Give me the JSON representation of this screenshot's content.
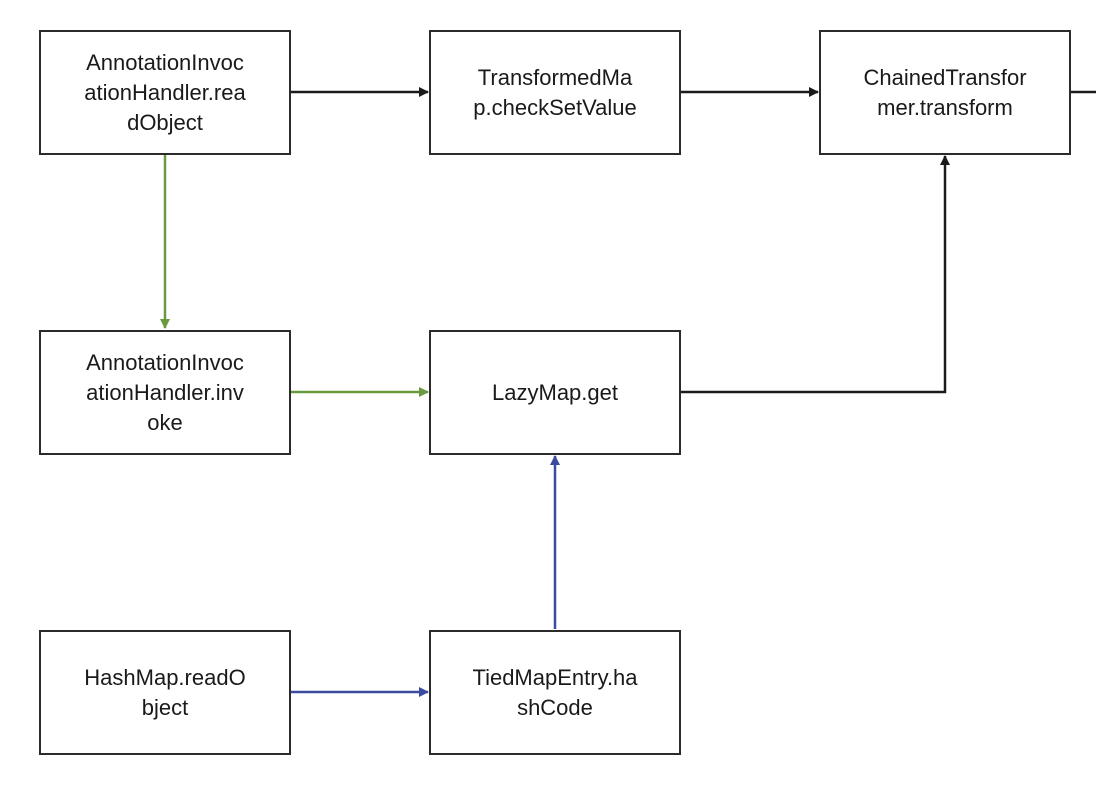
{
  "nodes": {
    "aih_readobject": {
      "lines": [
        "AnnotationInvoc",
        "ationHandler.rea",
        "dObject"
      ]
    },
    "transformedmap": {
      "lines": [
        "TransformedMa",
        "p.checkSetValue"
      ]
    },
    "chained": {
      "lines": [
        "ChainedTransfor",
        "mer.transform"
      ]
    },
    "aih_invoke": {
      "lines": [
        "AnnotationInvoc",
        "ationHandler.inv",
        "oke"
      ]
    },
    "lazymap": {
      "lines": [
        "LazyMap.get"
      ]
    },
    "hashmap": {
      "lines": [
        "HashMap.readO",
        "bject"
      ]
    },
    "tiedmap": {
      "lines": [
        "TiedMapEntry.ha",
        "shCode"
      ]
    }
  },
  "colors": {
    "black_edge": "#1a1a1a",
    "green_edge": "#6a9a3e",
    "blue_edge": "#3a4ba0",
    "node_border": "#2b2b2b"
  }
}
